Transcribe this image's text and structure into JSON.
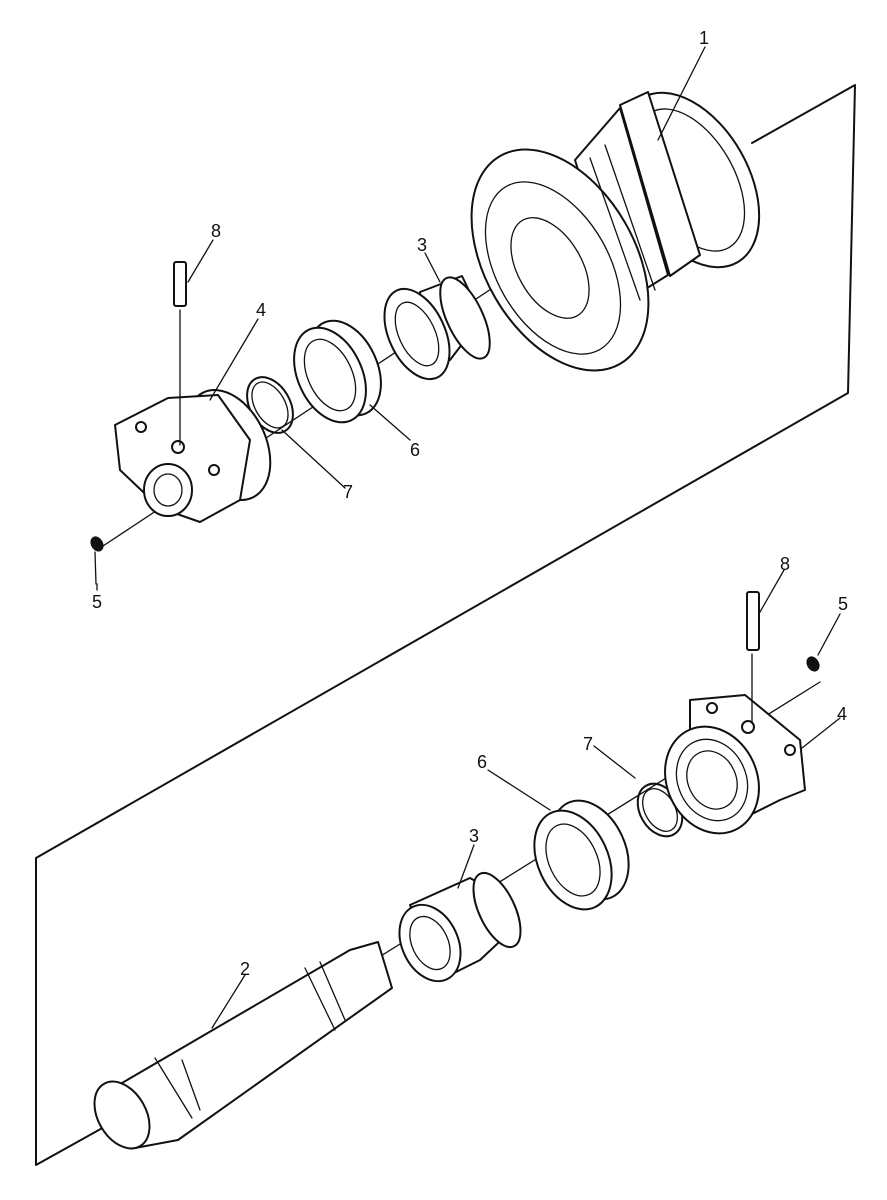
{
  "callouts": {
    "roller": "1",
    "shaft": "2",
    "bushing_top": "3",
    "bushing_bottom": "3",
    "collar_top": "4",
    "collar_bottom": "4",
    "plug_top": "5",
    "plug_bottom": "5",
    "seal_top": "6",
    "seal_bottom": "6",
    "oring_top": "7",
    "oring_bottom": "7",
    "pin_top": "8",
    "pin_bottom": "8"
  },
  "colors": {
    "ink": "#111111",
    "paper": "#ffffff"
  }
}
